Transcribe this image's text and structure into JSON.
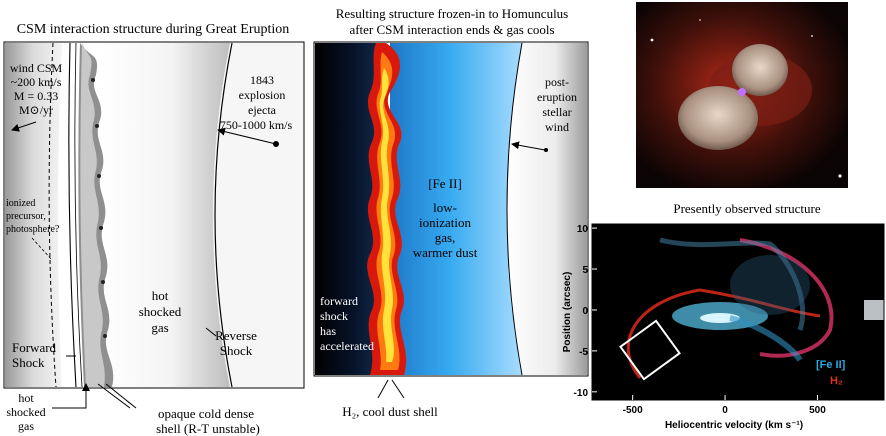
{
  "panel_left": {
    "title": "CSM interaction structure during Great Eruption",
    "wind_csm": [
      "wind CSM",
      "~200 km/s",
      "M = 0.33",
      "M⊙/yr"
    ],
    "ionized": [
      "ionized",
      "precursor,",
      "photosphere?"
    ],
    "ejecta": [
      "1843",
      "explosion",
      "ejecta",
      "750-1000 km/s"
    ],
    "hot_shocked_gas": [
      "hot",
      "shocked",
      "gas"
    ],
    "forward_shock": [
      "Forward",
      "Shock"
    ],
    "reverse_shock": [
      "Reverse",
      "Shock"
    ],
    "bottom_hot_shocked_gas": [
      "hot",
      "shocked",
      "gas"
    ],
    "cold_shell": [
      "opaque cold dense",
      "shell (R-T unstable)"
    ]
  },
  "panel_middle": {
    "title": [
      "Resulting structure frozen-in to Homunculus",
      "after CSM interaction ends & gas cools"
    ],
    "fe_label": [
      "[Fe II]",
      "low-",
      "ionization",
      "gas,",
      "warmer dust"
    ],
    "post_eruption": [
      "post-",
      "eruption",
      "stellar",
      "wind"
    ],
    "forward_shock": [
      "forward",
      "shock",
      "has",
      "accelerated"
    ],
    "h2_shell": "H₂, cool dust shell"
  },
  "panel_right": {
    "observed_title": "Presently observed structure",
    "y_axis_label": "Position (arcsec)",
    "x_axis_label": "Heliocentric velocity (km s⁻¹)",
    "y_ticks": [
      "10",
      "5",
      "0",
      "-5",
      "-10"
    ],
    "x_ticks": [
      "-500",
      "0",
      "500"
    ],
    "legend_fe": "[Fe II]",
    "legend_h2": "H₂"
  },
  "colors": {
    "fe_blue": "#2aa8e0",
    "h2_red": "#e03020",
    "shell_red": "#e02010",
    "shell_yellow": "#ffe040"
  }
}
